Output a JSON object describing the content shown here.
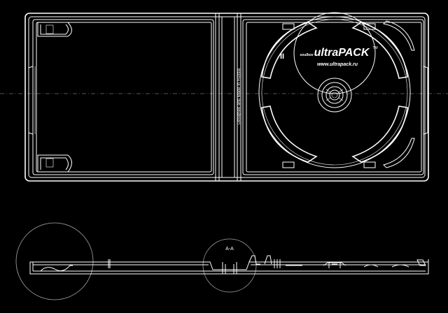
{
  "drawing": {
    "spine_text": "Designed and Made in Russia",
    "logo_brand": "ultraPACK",
    "logo_trademark": "TM",
    "logo_prefix": "soulbox",
    "logo_url": "www.ultrapack.ru",
    "section_label": "A-A",
    "disc_mark": "II"
  },
  "colors": {
    "background": "#000000",
    "line": "#ffffff",
    "center_line": "#a9a9a9"
  }
}
